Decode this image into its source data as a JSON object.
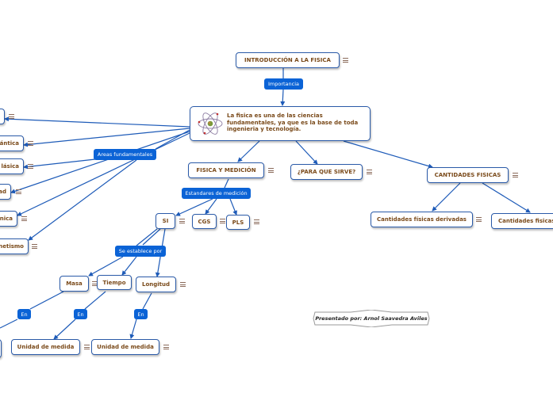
{
  "nodes": {
    "intro": "INTRODUCCIÓN A LA FISICA",
    "central": "La fisica es una de las ciencias fundamentales, ya que es la base de toda ingenieria y tecnología.",
    "fisica_medicion": "FISICA Y MEDICIÓN",
    "para_que": "¿PARA QUE SIRVE?",
    "cantidades": "CANTIDADES FISICAS",
    "derivadas": "Cantidades físicas derivadas",
    "fisicas": "Cantidades fisicas",
    "si": "SI",
    "cgs": "CGS",
    "pls": "PLS",
    "masa": "Masa",
    "tiempo": "Tiempo",
    "longitud": "Longitud",
    "unidad1": "Unidad de medida",
    "unidad2": "Unidad de medida",
    "left1": "",
    "left2": "ántica",
    "left3": "lásica",
    "left4": "ad",
    "left5": "nica",
    "left6": "netismo",
    "presented": "Presentado por:  Arnol Saavedra Aviles"
  },
  "labels": {
    "importancia": "Importancia",
    "areas": "Areas fundamentales",
    "estandares": "Estandares de medición",
    "establece": "Se establece por",
    "en1": "En",
    "en2": "En",
    "en3": "En"
  },
  "icons": {
    "central": "atom-icon",
    "menu": "menu-icon"
  },
  "colors": {
    "border": "#2a5aa8",
    "label_bg": "#0b63d6",
    "node_text": "#7a4a1a",
    "edge": "#1e5bb8"
  }
}
